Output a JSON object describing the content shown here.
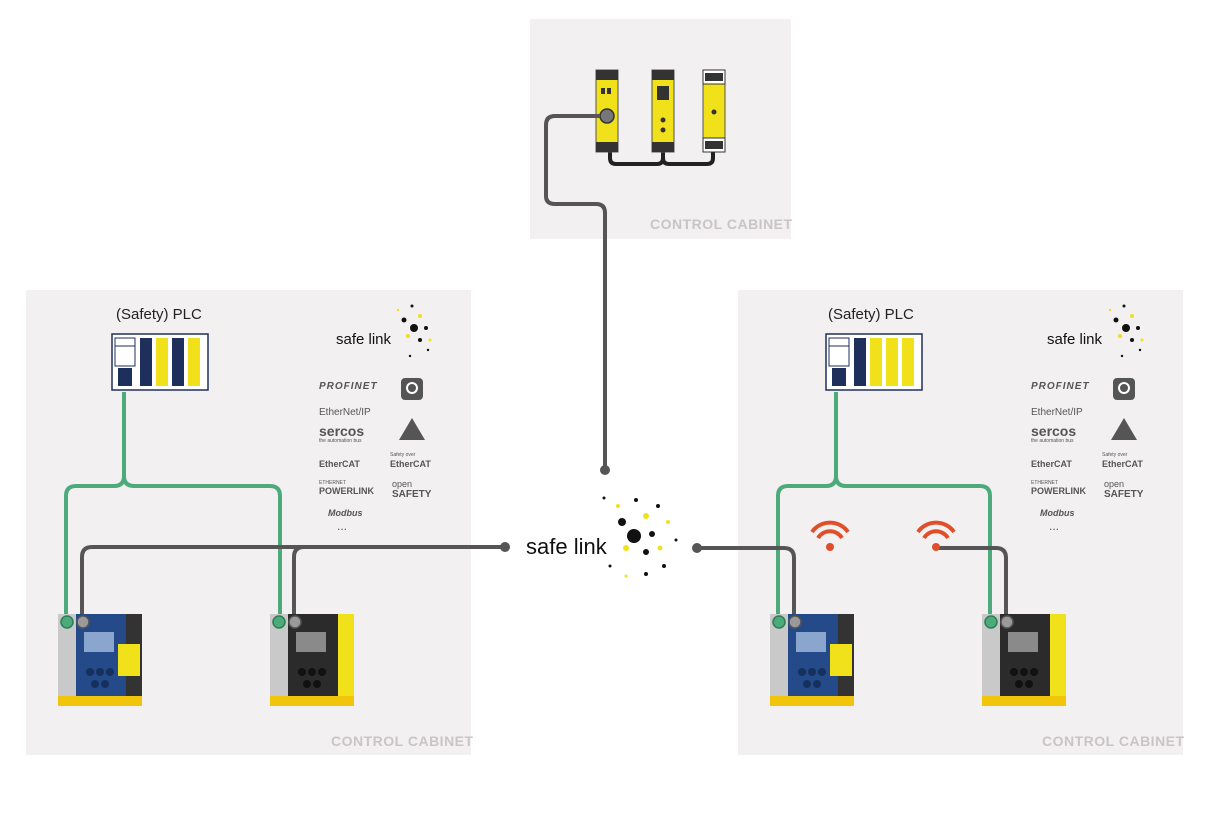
{
  "cabinet_label": "CONTROL CABINET",
  "plc_title": "(Safety) PLC",
  "safe_link": "safe link",
  "protocols": {
    "profinet": "PROFINET",
    "ethernet_ip": "EtherNet/IP",
    "sercos": "sercos",
    "sercos_sub": "the automation bus",
    "ethercat": "EtherCAT",
    "safety_over_ethercat_small": "Safety over",
    "ethercat2": "EtherCAT",
    "powerlink_small": "ETHERNET",
    "powerlink": "POWERLINK",
    "open_safety_top": "open",
    "open_safety_bottom": "SAFETY",
    "modbus": "Modbus",
    "more": "..."
  },
  "colors": {
    "cabinet_bg": "#f2f0f1",
    "green_line": "#4daa7b",
    "grey_line": "#555555",
    "module_yellow": "#f1e11a",
    "plc_navy": "#1f2f5c",
    "wifi_orange": "#e04e2a"
  }
}
